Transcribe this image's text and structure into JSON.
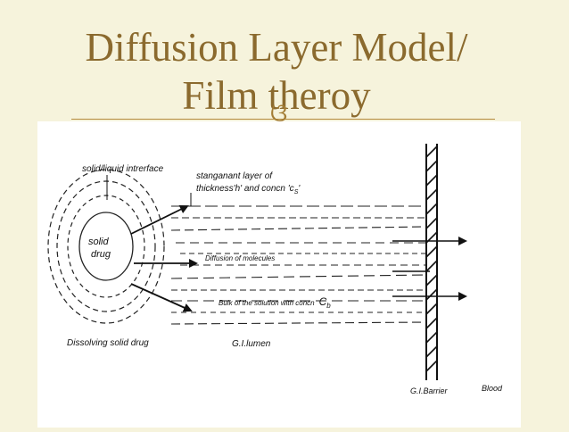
{
  "slide": {
    "title_line1": "Diffusion Layer Model/",
    "title_line2": "Film theroy",
    "ornament": "ଓ"
  },
  "diagram": {
    "solid_label_1": "solid",
    "solid_label_2": "drug",
    "interface_label": "solid/liquid intrerface",
    "stagnant_line1": "stanganant layer of",
    "stagnant_line2": "thickness'h' and concn 'c",
    "stagnant_sub": "S",
    "stagnant_end": "'",
    "diffusion_label": "Diffusion of molecules",
    "bulk_label": "Bulk of the solution with concn",
    "bulk_symbol": "C",
    "bulk_sub": "b",
    "dissolving_label": "Dissolving solid drug",
    "lumen_label": "G.I.lumen",
    "barrier_label": "G.I.Barrier",
    "blood_label": "Blood"
  }
}
